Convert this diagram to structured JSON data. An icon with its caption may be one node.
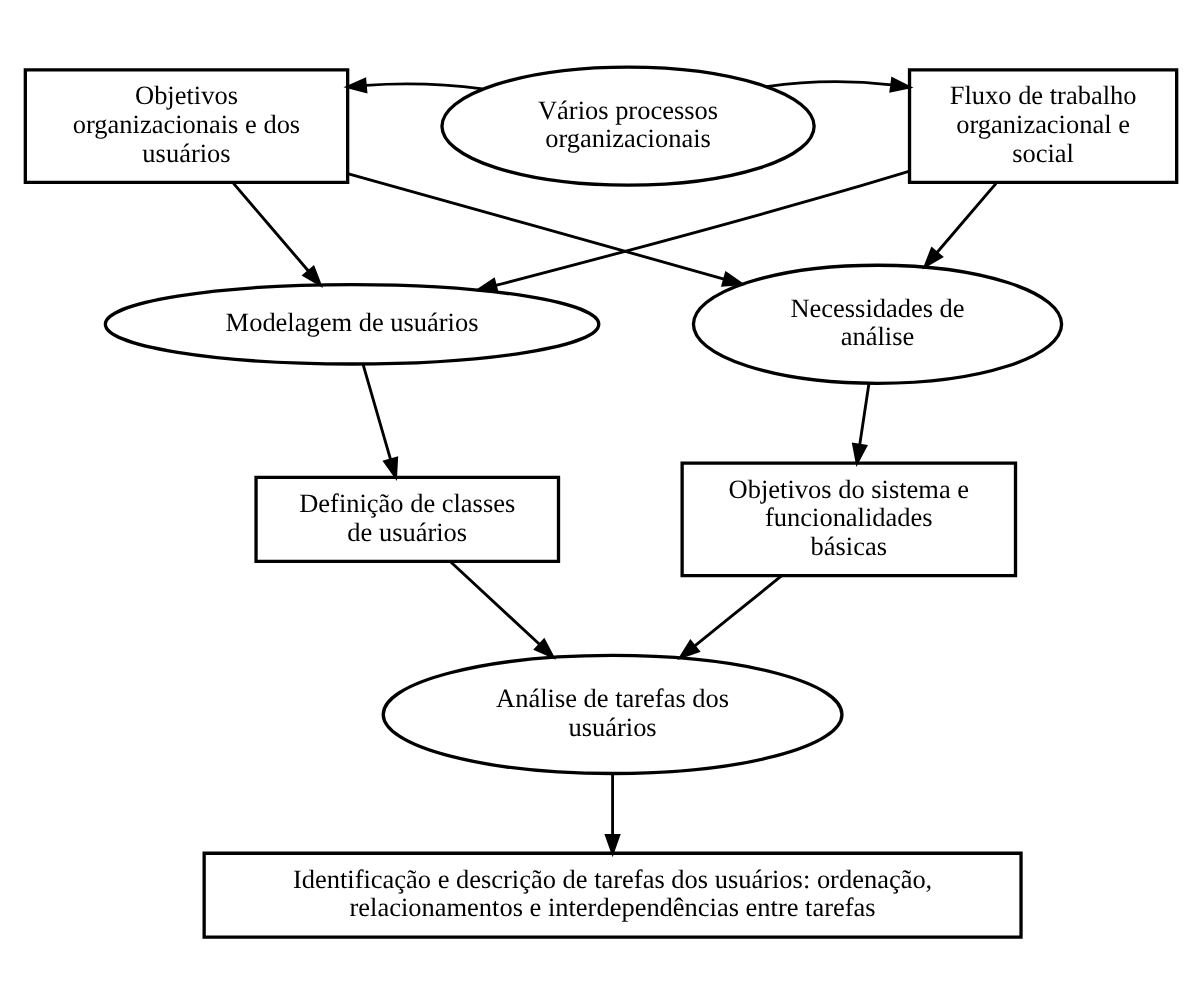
{
  "diagram": {
    "nodes": [
      {
        "text": [
          "Objetivos organizacionais e dos usuários"
        ]
      },
      {
        "text": [
          "Vários processos organizacionais"
        ]
      },
      {
        "text": [
          "Fluxo de trabalho organizacional e social"
        ]
      },
      {
        "text": [
          "Modelagem de usuários"
        ]
      },
      {
        "text": [
          "Necessidades de análise"
        ]
      },
      {
        "text": [
          "Definição de classes de usuários"
        ]
      },
      {
        "text": [
          "Objetivos do sistema e funcionalidades básicas"
        ]
      },
      {
        "text": [
          "Análise de tarefas dos usuários"
        ]
      },
      {
        "text": [
          "Identificação e descrição de tarefas dos usuários: ordenação, relacionamentos e interdependências entre tarefas"
        ]
      }
    ],
    "edges": [
      {
        "from": 1,
        "to": 0,
        "arrow": "to"
      },
      {
        "from": 1,
        "to": 2,
        "arrow": "to"
      },
      {
        "from": 0,
        "to": 3,
        "arrow": "to"
      },
      {
        "from": 0,
        "to": 4,
        "arrow": "to"
      },
      {
        "from": 2,
        "to": 3,
        "arrow": "to"
      },
      {
        "from": 2,
        "to": 4,
        "arrow": "to"
      },
      {
        "from": 3,
        "to": 5,
        "arrow": "to"
      },
      {
        "from": 4,
        "to": 6,
        "arrow": "to"
      },
      {
        "from": 5,
        "to": 7,
        "arrow": "to"
      },
      {
        "from": 6,
        "to": 7,
        "arrow": "to"
      },
      {
        "from": 7,
        "to": 8,
        "arrow": "to"
      }
    ]
  }
}
